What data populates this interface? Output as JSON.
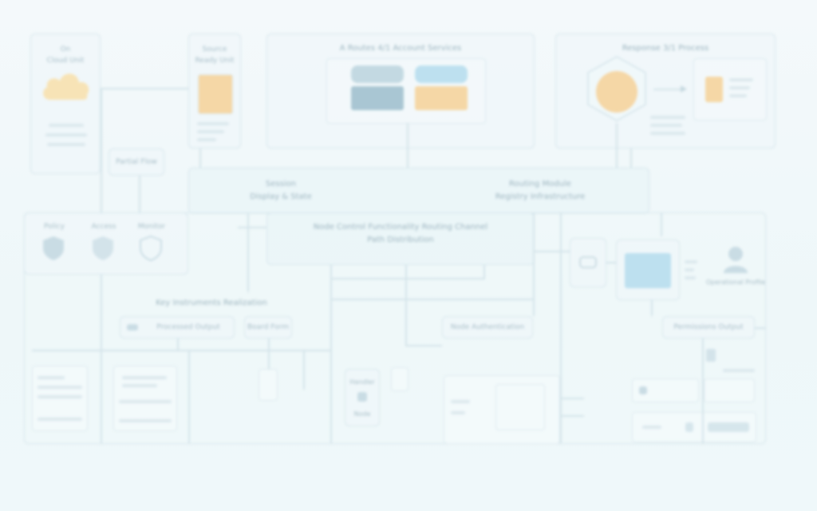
{
  "colors": {
    "background": "#f2f9fb",
    "border": "#d6e6ec",
    "text": "#a6bcc6",
    "cloud": "#f7e3b6",
    "orange": "#f5d7a6",
    "blue_card": "#bde0ef",
    "gray_card": "#a9c6d3",
    "shield": "#c9dce4"
  },
  "diagram": {
    "blurred_note": "Text in the screenshot is heavily blurred and illegible; labels below are the approximate visible text.",
    "boxes": {
      "top_left": {
        "line1": "On",
        "line2": "Cloud Unit"
      },
      "top_small": {
        "line1": "Source",
        "line2": "Ready Unit"
      },
      "top_center_title": "A Routes 4/1 Account Services",
      "top_right_title": "Response 3/1 Process",
      "mid_left_small": "Partial Flow",
      "center_banner_a": {
        "line1": "Session",
        "line2": "Display & State"
      },
      "center_banner_b": {
        "line1": "Routing Module",
        "line2": "Registry Infrastructure"
      },
      "core_box": {
        "line1": "Node Control Functionality Routing Channel",
        "line2": "Path Distribution"
      },
      "shields_row": [
        "Policy",
        "Access",
        "Monitor"
      ],
      "sub_heading": "Key Instruments Realization",
      "left_input": "Processed Output",
      "mid_input": "Board Form",
      "right_input": "Node Authentication",
      "far_right_input": "Permissions Output",
      "small_module": {
        "line1": "Handler",
        "line2": "Node"
      },
      "profile_caption": "Operational Profile"
    }
  }
}
